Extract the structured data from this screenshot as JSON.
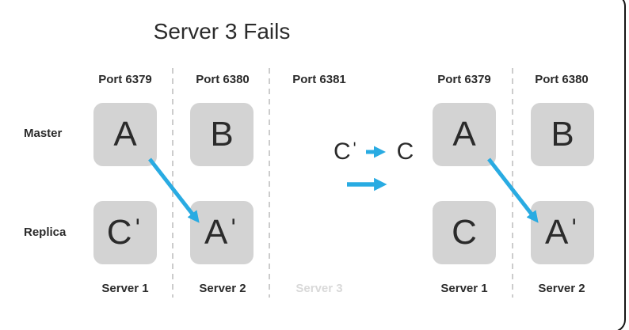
{
  "title": "Server 3 Fails",
  "colors": {
    "accent_blue": "#29abe2",
    "node_fill": "#d3d3d3",
    "text_dark": "#2b2b2b",
    "dashed_divider": "#cccccc",
    "failed_server_label": "#d9d9d9"
  },
  "rows": {
    "master": "Master",
    "replica": "Replica"
  },
  "before": {
    "ports": [
      "Port 6379",
      "Port 6380",
      "Port 6381"
    ],
    "master_nodes": [
      "A",
      "B"
    ],
    "replica_nodes": [
      "Cˈ",
      "Aˈ"
    ],
    "servers": [
      "Server 1",
      "Server 2",
      "Server 3"
    ]
  },
  "transition": {
    "from": "Cˈ",
    "to": "C"
  },
  "after": {
    "ports": [
      "Port 6379",
      "Port 6380"
    ],
    "master_nodes": [
      "A",
      "B"
    ],
    "replica_nodes": [
      "C",
      "Aˈ"
    ],
    "servers": [
      "Server 1",
      "Server 2"
    ]
  }
}
